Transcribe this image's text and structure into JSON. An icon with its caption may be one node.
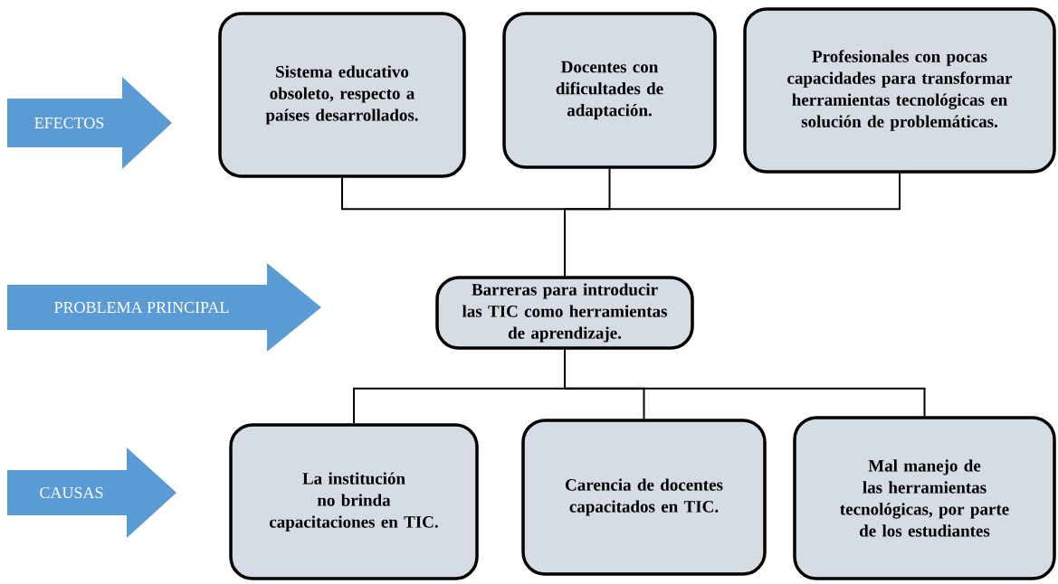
{
  "diagram": {
    "nodes": [
      {
        "text": [
          "EFECTOS"
        ]
      },
      {
        "text": [
          "Sistema educativo obsoleto, respecto a países desarrollados."
        ]
      },
      {
        "text": [
          "Docentes con dificultades de adaptación."
        ]
      },
      {
        "text": [
          "Profesionales con pocas capacidades para transformar herramientas tecnológicas en solución de problemáticas."
        ]
      },
      {
        "text": [
          "PROBLEMA PRINCIPAL"
        ]
      },
      {
        "text": [
          "Barreras para introducir las TIC como herramientas de aprendizaje."
        ]
      },
      {
        "text": [
          "CAUSAS"
        ]
      },
      {
        "text": [
          "La institución no brinda capacitaciones en TIC."
        ]
      },
      {
        "text": [
          "Carencia de docentes capacitados en TIC."
        ]
      },
      {
        "text": [
          "Mal manejo de las herramientas tecnológicas, por parte de los estudiantes"
        ]
      }
    ],
    "edges": [
      {
        "from": 1,
        "to": 5,
        "arrow": "none"
      },
      {
        "from": 2,
        "to": 5,
        "arrow": "none"
      },
      {
        "from": 3,
        "to": 5,
        "arrow": "none"
      },
      {
        "from": 5,
        "to": 7,
        "arrow": "none"
      },
      {
        "from": 5,
        "to": 8,
        "arrow": "none"
      },
      {
        "from": 5,
        "to": 9,
        "arrow": "none"
      }
    ]
  }
}
